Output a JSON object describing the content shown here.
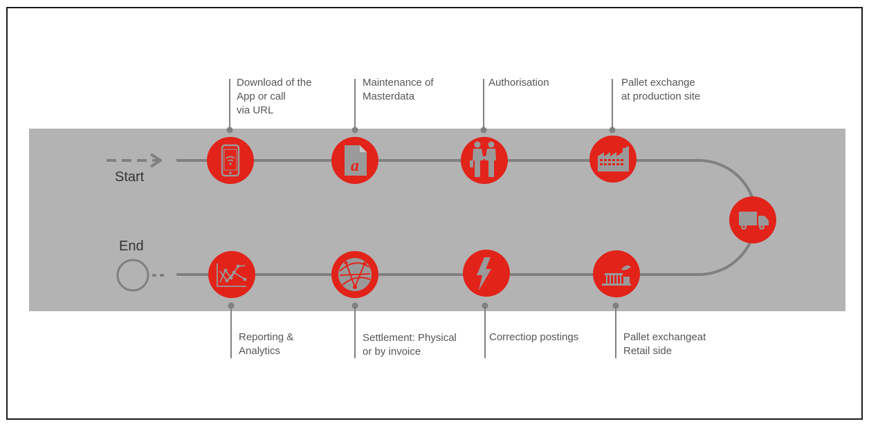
{
  "start_label": "Start",
  "end_label": "End",
  "top_steps": [
    {
      "lines": [
        "Download of the",
        "App or call",
        "via URL"
      ],
      "icon": "smartphone-wifi-icon"
    },
    {
      "lines": [
        "Maintenance of",
        "Masterdata"
      ],
      "icon": "document-a-icon"
    },
    {
      "lines": [
        "Authorisation"
      ],
      "icon": "handshake-icon"
    },
    {
      "lines": [
        "Pallet exchange",
        "at production site"
      ],
      "icon": "factory-icon"
    }
  ],
  "transport_icon": "truck-icon",
  "bottom_steps": [
    {
      "lines": [
        "Reporting &",
        "Analytics"
      ],
      "icon": "analytics-chart-icon"
    },
    {
      "lines": [
        "Settlement: Physical",
        "or by invoice"
      ],
      "icon": "network-globe-icon"
    },
    {
      "lines": [
        "Correctiop postings"
      ],
      "icon": "lightning-bolt-icon"
    },
    {
      "lines": [
        "Pallet exchangeat",
        "Retail side"
      ],
      "icon": "retail-store-icon"
    }
  ],
  "colors": {
    "accent": "#e2231a",
    "band": "#b3b3b3",
    "line": "#808080",
    "text": "#555555"
  }
}
